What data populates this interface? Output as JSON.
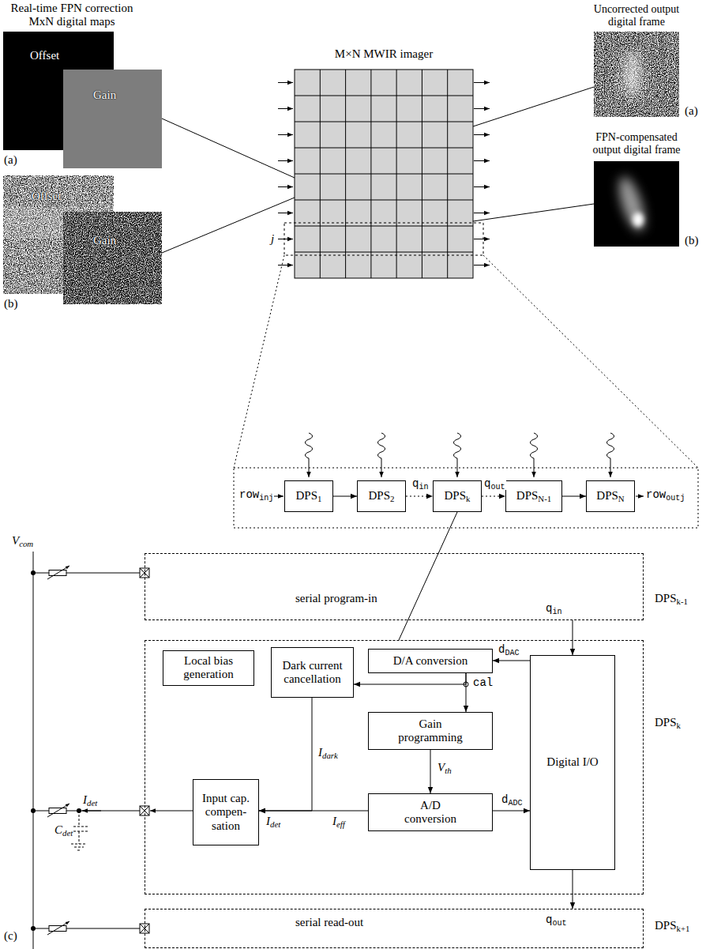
{
  "diagram": {
    "nodes": [
      {
        "text": [
          "Offset"
        ]
      },
      {
        "text": [
          "Gain"
        ]
      },
      {
        "text": [
          "Offset"
        ]
      },
      {
        "text": [
          "Gain"
        ]
      },
      {
        "text": [
          "M×N MWIR imager"
        ]
      },
      {
        "text": [
          "Uncorrected output digital frame"
        ]
      },
      {
        "text": [
          "FPN-compensated output digital frame"
        ]
      },
      {
        "text": [
          "DPS1"
        ]
      },
      {
        "text": [
          "DPS2"
        ]
      },
      {
        "text": [
          "DPSk"
        ]
      },
      {
        "text": [
          "DPSN-1"
        ]
      },
      {
        "text": [
          "DPSN"
        ]
      },
      {
        "text": [
          "serial program-in",
          "DPSk-1"
        ]
      },
      {
        "text": [
          "DPSk"
        ]
      },
      {
        "text": [
          "Local bias generation"
        ],
        "in": 13
      },
      {
        "text": [
          "Dark current cancellation"
        ],
        "in": 13
      },
      {
        "text": [
          "D/A conversion"
        ],
        "in": 13
      },
      {
        "text": [
          "Gain programming"
        ],
        "in": 13
      },
      {
        "text": [
          "A/D conversion"
        ],
        "in": 13
      },
      {
        "text": [
          "Digital I/O"
        ],
        "in": 13
      },
      {
        "text": [
          "Input cap. compen- sation"
        ],
        "in": 13
      },
      {
        "text": [
          "serial read-out",
          "DPSk+1"
        ]
      }
    ],
    "edges": [
      {
        "from": 7,
        "to": 8,
        "arrow": "to"
      },
      {
        "from": 8,
        "to": 9,
        "label": "qin",
        "arrow": "to"
      },
      {
        "from": 9,
        "to": 10,
        "label": "qout",
        "arrow": "to"
      },
      {
        "from": 10,
        "to": 11,
        "arrow": "to"
      },
      {
        "from": 12,
        "to": 19,
        "label": "qin",
        "arrow": "to"
      },
      {
        "from": 19,
        "to": 21,
        "label": "qout",
        "arrow": "to"
      },
      {
        "from": 19,
        "to": 16,
        "label": "dDAC",
        "arrow": "to"
      },
      {
        "from": 18,
        "to": 19,
        "label": "dADC",
        "arrow": "to"
      },
      {
        "from": 16,
        "to": 15,
        "arrow": "to"
      },
      {
        "from": 16,
        "to": 17,
        "arrow": "to"
      },
      {
        "from": 17,
        "to": 18,
        "label": "Vth",
        "arrow": "to"
      },
      {
        "from": 18,
        "to": 20,
        "label": "Ieff",
        "arrow": "to"
      },
      {
        "from": 15,
        "to": 20,
        "label": "Idark",
        "arrow": "to"
      },
      {
        "from": 9,
        "to": 13,
        "arrow": "none"
      },
      {
        "from": 1,
        "to": 4,
        "arrow": "none"
      },
      {
        "from": 3,
        "to": 4,
        "arrow": "none"
      },
      {
        "from": 4,
        "to": 5,
        "arrow": "none"
      },
      {
        "from": 4,
        "to": 6,
        "arrow": "none"
      }
    ],
    "labels": [
      "Real-time FPN correction MxN digital maps",
      "(a)",
      "(b)",
      "j",
      "(a)",
      "(b)",
      "rowinj",
      "rowoutj",
      "Vcom",
      "Idet",
      "Cdet",
      "Idet",
      "cal",
      "(c)"
    ]
  }
}
